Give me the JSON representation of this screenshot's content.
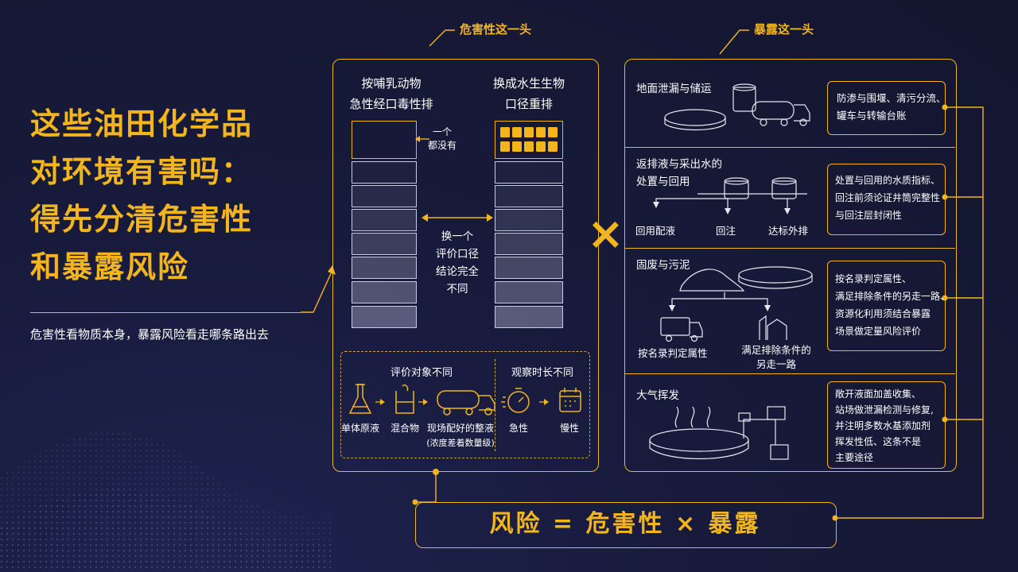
{
  "title": {
    "lines": [
      "这些油田化学品",
      "对环境有害吗：",
      "得先分清危害性",
      "和暴露风险"
    ],
    "subtitle": "危害性看物质本身，暴露风险看走哪条路出去"
  },
  "hazard": {
    "label": "危害性这一头",
    "mammal_header": [
      "按哺乳动物",
      "急性经口毒性排"
    ],
    "aquatic_header": [
      "换成水生生物",
      "口径重排"
    ],
    "none_note": [
      "一个",
      "都没有"
    ],
    "switch_note": [
      "换一个",
      "评价口径",
      "结论完全",
      "不同"
    ],
    "object_title": "评价对象不同",
    "object_items": [
      "单体原液",
      "混合物",
      "现场配好的整液"
    ],
    "object_note": "(浓度差着数量级)",
    "duration_title": "观察时长不同",
    "duration_items": [
      "急性",
      "慢性"
    ]
  },
  "exposure": {
    "label": "暴露这一头",
    "rows": [
      {
        "title": [
          "地面泄漏与储运"
        ],
        "note": [
          "防渗与围堰、清污分流、",
          "罐车与转输台账"
        ]
      },
      {
        "title": [
          "返排液与采出水的",
          "处置与回用"
        ],
        "paths": [
          "回用配液",
          "回注",
          "达标外排"
        ],
        "note": [
          "处置与回用的水质指标、",
          "回注前须论证井筒完整性",
          "与回注层封闭性"
        ]
      },
      {
        "title": [
          "固废与污泥"
        ],
        "paths": [
          "按名录判定属性",
          "满足排除条件的",
          "另走一路"
        ],
        "note": [
          "按名录判定属性、",
          "满足排除条件的另走一路、",
          "资源化利用须结合暴露",
          "场景做定量风险评价"
        ]
      },
      {
        "title": [
          "大气挥发"
        ],
        "note": [
          "敞开液面加盖收集、",
          "站场做泄漏检测与修复,",
          "并注明多数水基添加剂",
          "挥发性低、这条不是",
          "主要途径"
        ]
      }
    ]
  },
  "formula": {
    "risk": "风险",
    "eq": "=",
    "hazard": "危害性",
    "times": "×",
    "exposure": "暴露"
  },
  "multiply_sign": "×",
  "colors": {
    "accent": "#f2b51e",
    "background": "#171a3a",
    "text": "#ffffff"
  }
}
